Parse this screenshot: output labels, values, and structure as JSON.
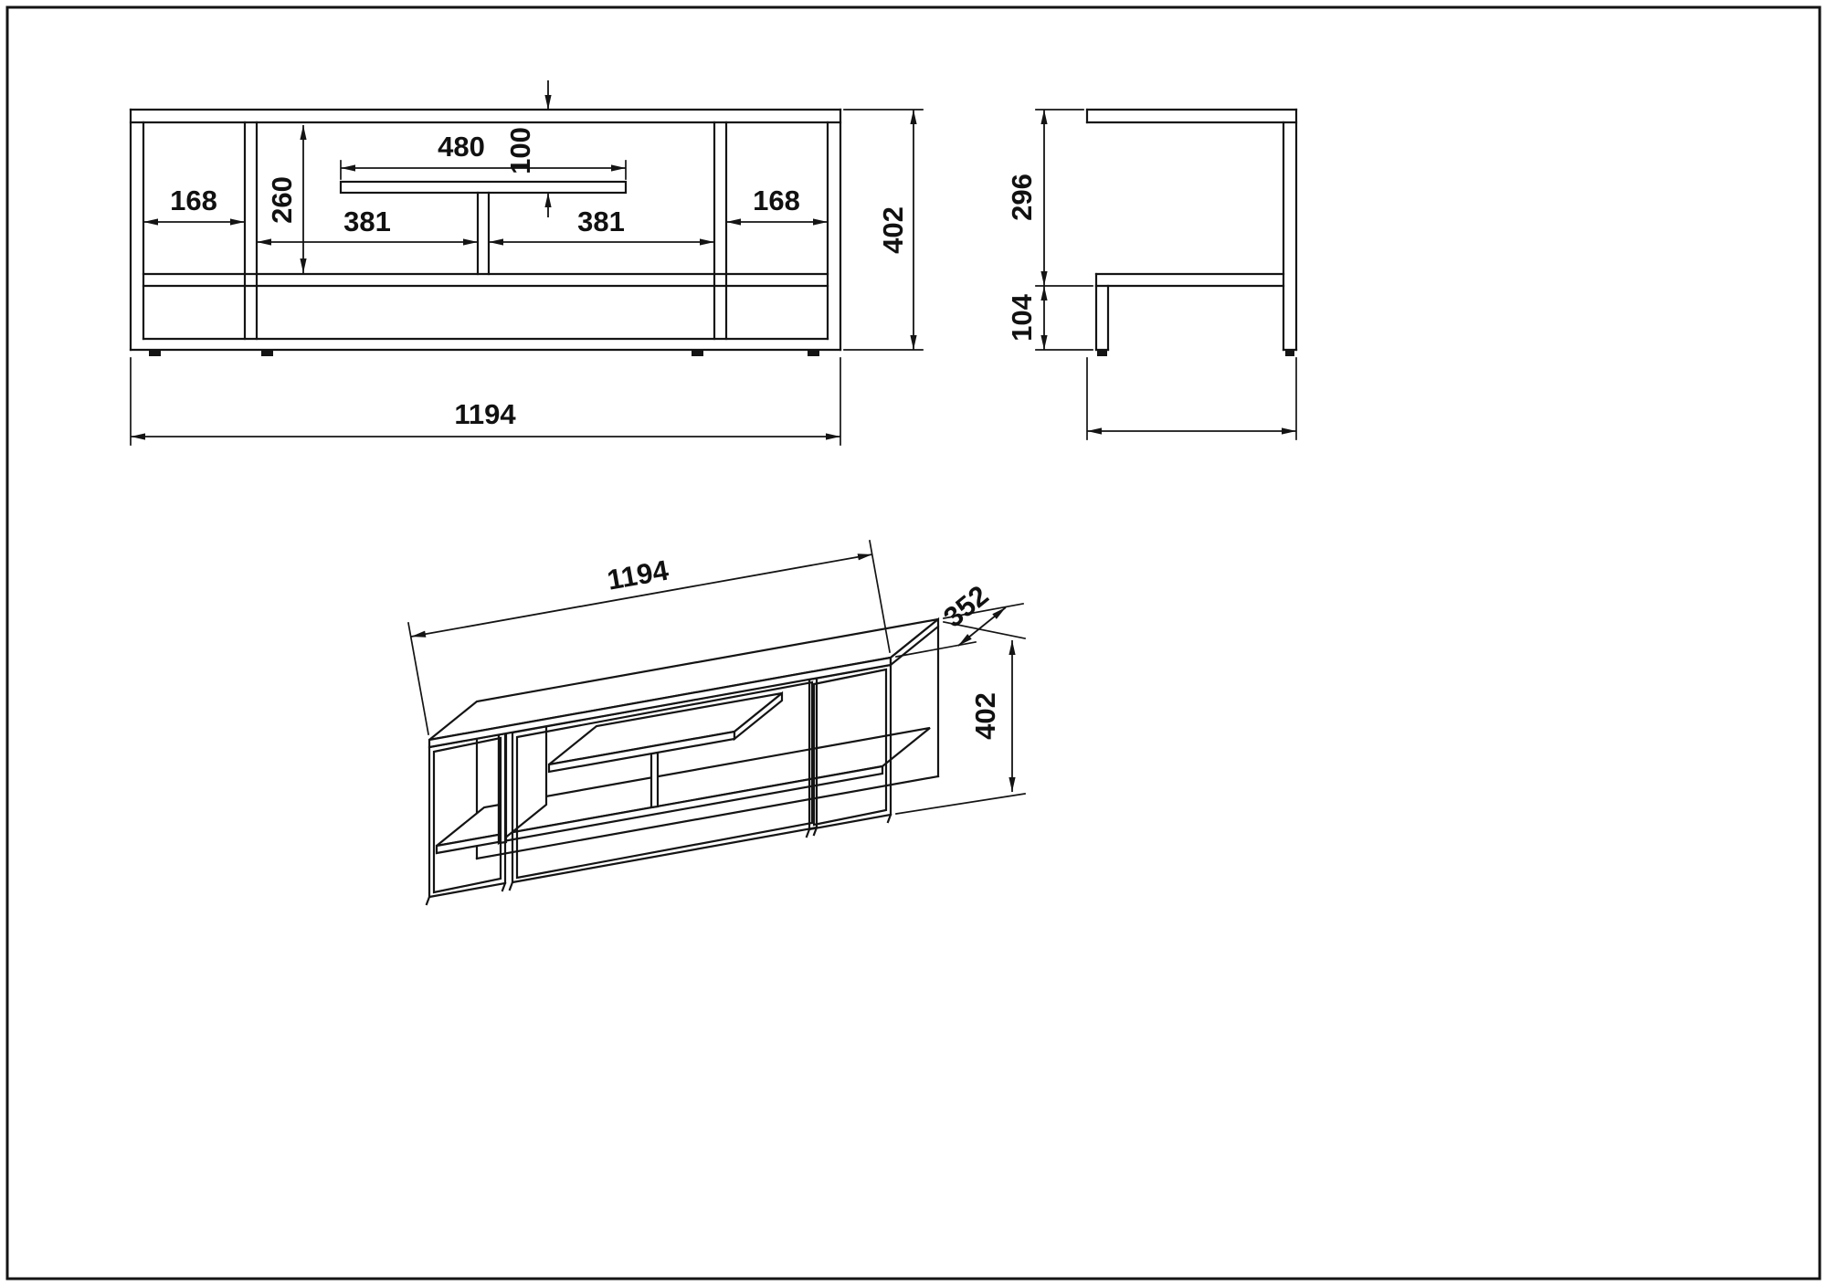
{
  "sheet": {
    "type": "furniture technical drawing",
    "subject": "TV stand with metal frames and shelves",
    "line_color": "#141414",
    "background": "#ffffff"
  },
  "front_view": {
    "dim_shelf_width": "480",
    "dim_shelf_gap": "100",
    "dim_left_compartment": "168",
    "dim_interior_height": "260",
    "dim_bay_left": "381",
    "dim_bay_right": "381",
    "dim_right_compartment": "168",
    "dim_total_height": "402",
    "dim_total_width": "1194"
  },
  "side_view": {
    "dim_body_height": "296",
    "dim_leg_height": "104"
  },
  "iso_view": {
    "dim_length": "1194",
    "dim_depth": "352",
    "dim_height": "402"
  }
}
